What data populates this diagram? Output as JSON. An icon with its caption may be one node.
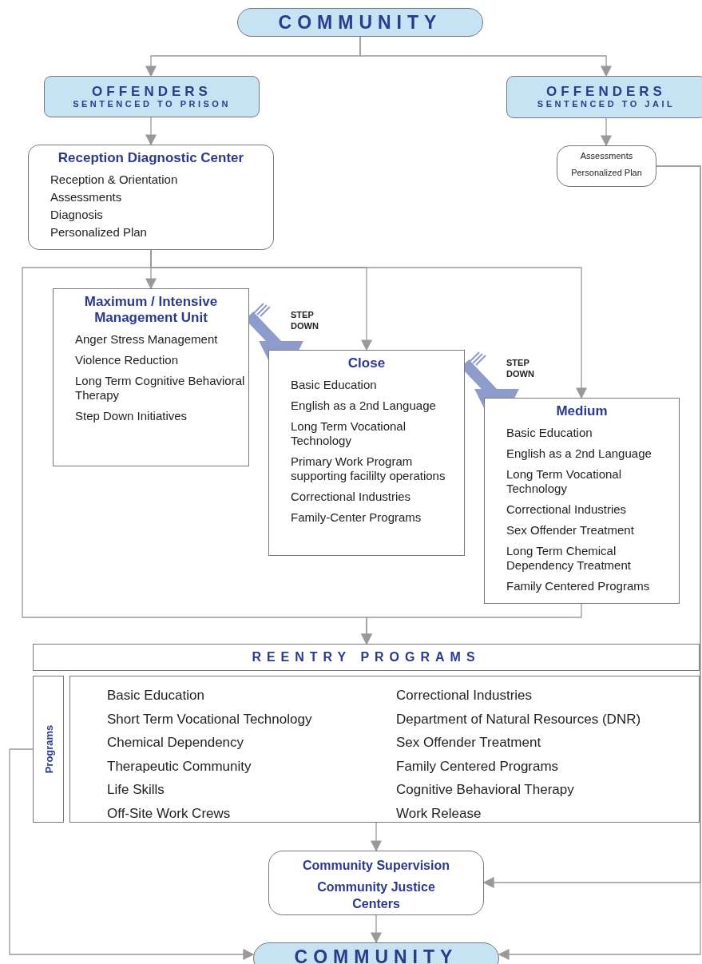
{
  "diagram": {
    "nodes": [
      {
        "text": [
          "COMMUNITY"
        ]
      },
      {
        "text": [
          "OFFENDERS",
          "SENTENCED TO PRISON"
        ]
      },
      {
        "text": [
          "OFFENDERS",
          "SENTENCED TO JAIL"
        ]
      },
      {
        "text": [
          "Reception Diagnostic Center",
          "Reception & Orientation",
          "Assessments",
          "Diagnosis",
          "Personalized Plan"
        ]
      },
      {
        "text": [
          "Assessments",
          "Personalized Plan"
        ]
      },
      {
        "text": [
          "Maximum / Intensive Management Unit",
          "Anger Stress Management",
          "Violence Reduction",
          "Long Term Cognitive Behavioral Therapy",
          "Step Down Initiatives"
        ]
      },
      {
        "text": [
          "Close",
          "Basic Education",
          "English as a 2nd Language",
          "Long Term Vocational Technology",
          "Primary Work Program supporting facililty operations",
          "Correctional Industries",
          "Family-Center Programs"
        ]
      },
      {
        "text": [
          "Medium",
          "Basic Education",
          "English as a 2nd Language",
          "Long Term Vocational Technology",
          "Correctional Industries",
          "Sex Offender Treatment",
          "Long Term Chemical Dependency Treatment",
          "Family Centered Programs"
        ]
      },
      {
        "text": [
          "REENTRY PROGRAMS"
        ]
      },
      {
        "text": [
          "Programs"
        ]
      },
      {
        "text": [
          "Basic Education",
          "Correctional Industries",
          "Short Term Vocational Technology",
          "Department of Natural Resources (DNR)",
          "Chemical Dependency",
          "Sex Offender Treatment",
          "Therapeutic Community",
          "Family Centered Programs",
          "Life Skills",
          "Cognitive Behavioral Therapy",
          "Off-Site Work Crews",
          "Work Release"
        ]
      },
      {
        "text": [
          "Community Supervision",
          "Community Justice Centers"
        ]
      },
      {
        "text": [
          "COMMUNITY"
        ]
      }
    ],
    "edges": [
      {
        "from": 0,
        "to": 1,
        "arrow": "to"
      },
      {
        "from": 0,
        "to": 2,
        "arrow": "to"
      },
      {
        "from": 1,
        "to": 3,
        "arrow": "to"
      },
      {
        "from": 2,
        "to": 4,
        "arrow": "to"
      },
      {
        "from": 3,
        "to": 8,
        "arrow": "to"
      },
      {
        "from": 3,
        "to": 5,
        "arrow": "to"
      },
      {
        "from": 3,
        "to": 6,
        "arrow": "to"
      },
      {
        "from": 3,
        "to": 7,
        "arrow": "to"
      },
      {
        "from": 7,
        "to": 8,
        "arrow": "to"
      },
      {
        "from": 5,
        "to": 6,
        "arrow": "to",
        "label": "STEP DOWN",
        "style": "thick",
        "color": "#8e9ccb"
      },
      {
        "from": 6,
        "to": 7,
        "arrow": "to",
        "label": "STEP DOWN",
        "style": "thick",
        "color": "#8e9ccb"
      },
      {
        "from": 10,
        "to": 11,
        "arrow": "to"
      },
      {
        "from": 11,
        "to": 12,
        "arrow": "to"
      },
      {
        "from": 9,
        "to": 12,
        "arrow": "to"
      },
      {
        "from": 4,
        "to": 11,
        "arrow": "to"
      },
      {
        "from": 4,
        "to": 12,
        "arrow": "to"
      }
    ]
  }
}
